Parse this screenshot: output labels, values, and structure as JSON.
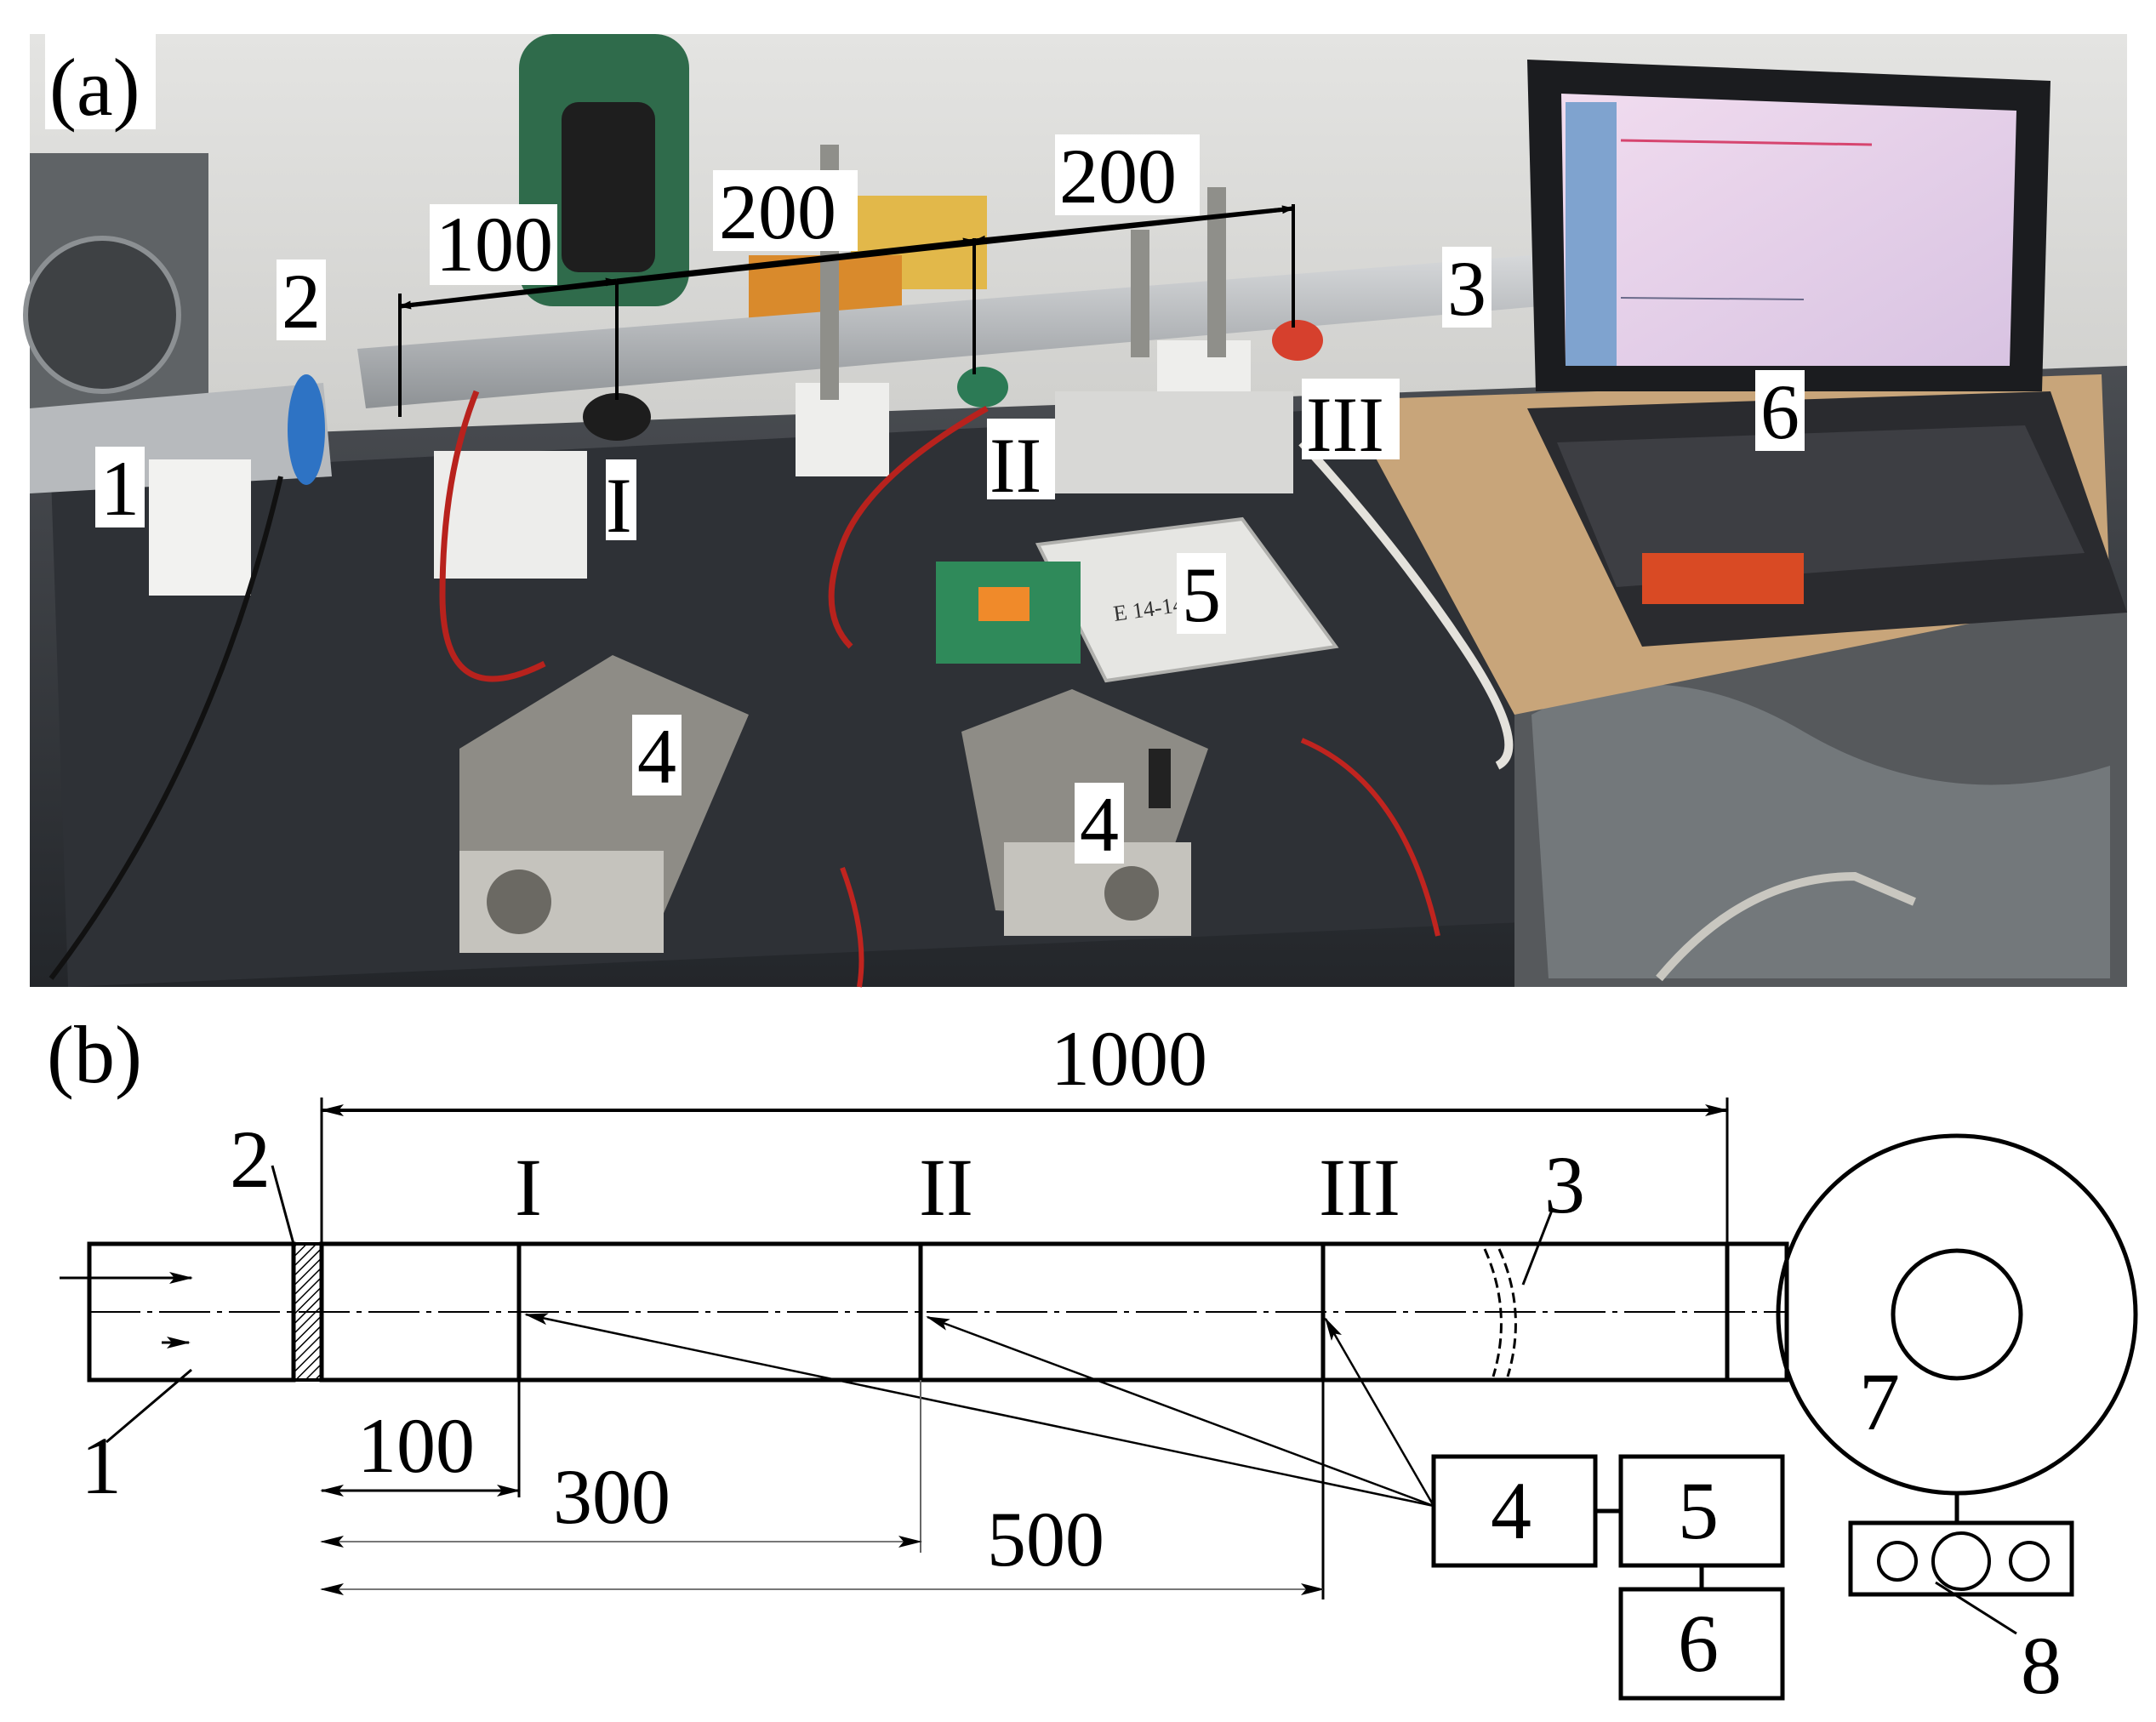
{
  "panel_a": {
    "letter": "(a)",
    "dims": [
      "100",
      "200",
      "200"
    ],
    "sections": [
      "I",
      "II",
      "III"
    ],
    "parts": [
      "1",
      "2",
      "3",
      "4",
      "4",
      "5",
      "6"
    ],
    "device_text": "E 14-14"
  },
  "panel_b": {
    "letter": "(b)",
    "total_length": "1000",
    "sections": [
      "I",
      "II",
      "III"
    ],
    "positions": [
      "100",
      "300",
      "500"
    ],
    "parts": [
      "1",
      "2",
      "3",
      "7",
      "8"
    ],
    "boxes": [
      "4",
      "5",
      "6"
    ]
  }
}
